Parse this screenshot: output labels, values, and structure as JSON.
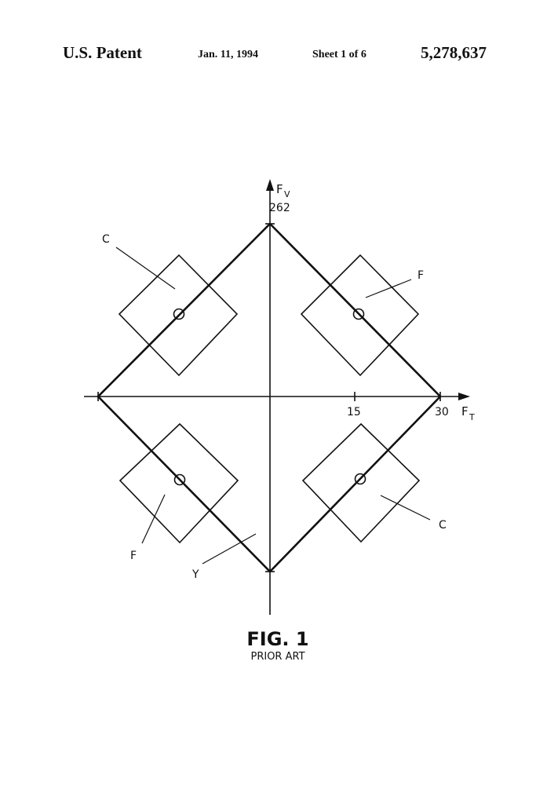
{
  "header": {
    "patent_label": "U.S. Patent",
    "date": "Jan. 11, 1994",
    "sheet": "Sheet 1 of 6",
    "patent_number": "5,278,637"
  },
  "figure": {
    "title": "FIG. 1",
    "subtitle": "PRIOR ART",
    "axes": {
      "vertical_label": "F",
      "vertical_subscript": "V",
      "vertical_max": "262",
      "horizontal_label": "F",
      "horizontal_subscript": "T",
      "horizontal_tick_1": "15",
      "horizontal_tick_2": "30"
    },
    "callouts": {
      "c_upper_left": "C",
      "f_upper_right": "F",
      "f_lower_left": "F",
      "c_lower_right": "C",
      "y_center": "Y"
    }
  }
}
